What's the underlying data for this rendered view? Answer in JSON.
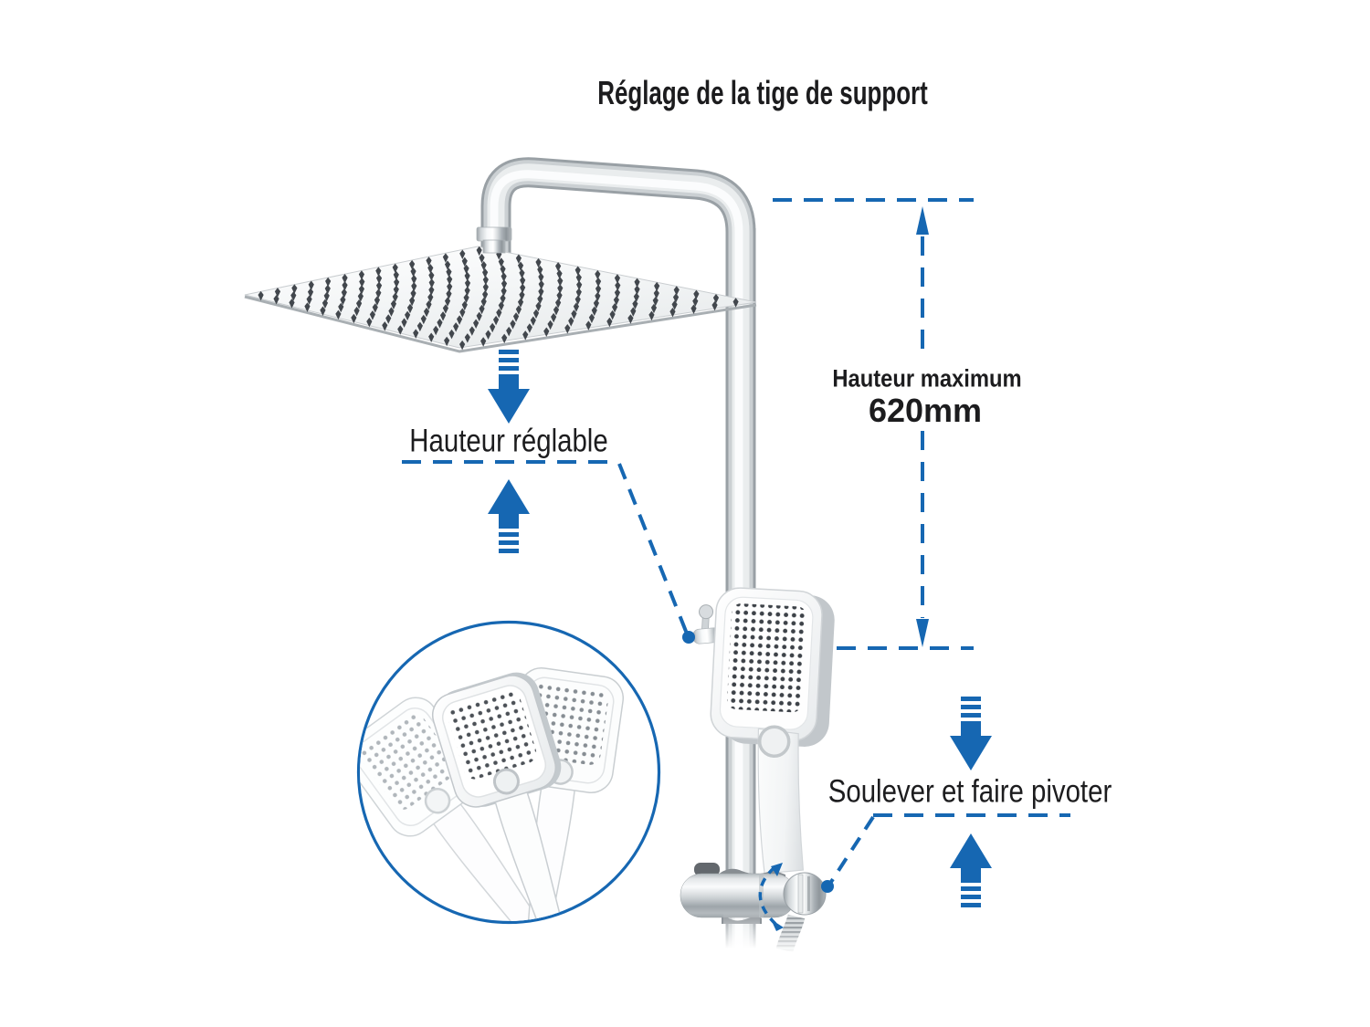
{
  "title": "Réglage de la tige de support",
  "callouts": {
    "adjustable_height": "Hauteur réglable",
    "max_height_label": "Hauteur maximum",
    "max_height_value": "620mm",
    "lift_rotate": "Soulever et faire pivoter"
  },
  "colors": {
    "annotation_blue": "#1667b2",
    "text": "#1c1c1e"
  }
}
